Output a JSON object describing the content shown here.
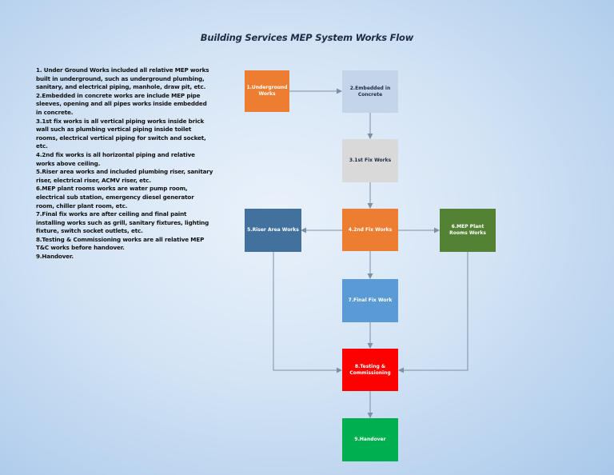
{
  "title": "Building Services MEP System Works Flow",
  "notes": [
    "1. Under Ground Works included all relative MEP works built in underground, such as underground plumbing, sanitary, and electrical piping, manhole, draw pit, etc.",
    "2.Embedded in concrete works are include MEP pipe sleeves, opening and all pipes works inside embedded in concrete.",
    "3.1st fix works is all vertical piping works inside brick wall such as plumbing vertical piping inside toilet rooms, electrical vertical piping for switch and socket, etc.",
    "4.2nd fix works is all horizontal piping and relative works above ceiling.",
    "5.Riser area works and included plumbing riser, sanitary riser, electrical riser, ACMV riser, etc.",
    "6.MEP plant rooms works are water pump room, electrical sub station, emergency diesel generator room, chiller plant room, etc.",
    "7.Final fix works are after ceiling and final paint installing works such as grill, sanitary fixtures, lighting fixture, switch socket outlets, etc.",
    "8.Testing & Commissioning works are all relative MEP T&C works before handover.",
    "9.Handover."
  ],
  "nodes": {
    "underground": "1.Underground Works",
    "embedded": "2.Embedded in Concrete",
    "first_fix": "3.1st Fix Works",
    "second_fix": "4.2nd Fix Works",
    "riser": "5.Riser Area Works",
    "plant_rooms": "6.MEP Plant Rooms Works",
    "final_fix": "7.Final Fix Work",
    "testing": "8.Testing & Commissioning",
    "handover": "9.Handover"
  },
  "colors": {
    "underground": "#ed7d31",
    "embedded": "#c5d5e9",
    "first_fix": "#d9d9d9",
    "second_fix": "#ed7d31",
    "riser": "#41719c",
    "plant_rooms": "#548235",
    "final_fix": "#5b9bd5",
    "testing": "#ff0000",
    "handover": "#00b050",
    "connector": "#7f8fa6"
  }
}
